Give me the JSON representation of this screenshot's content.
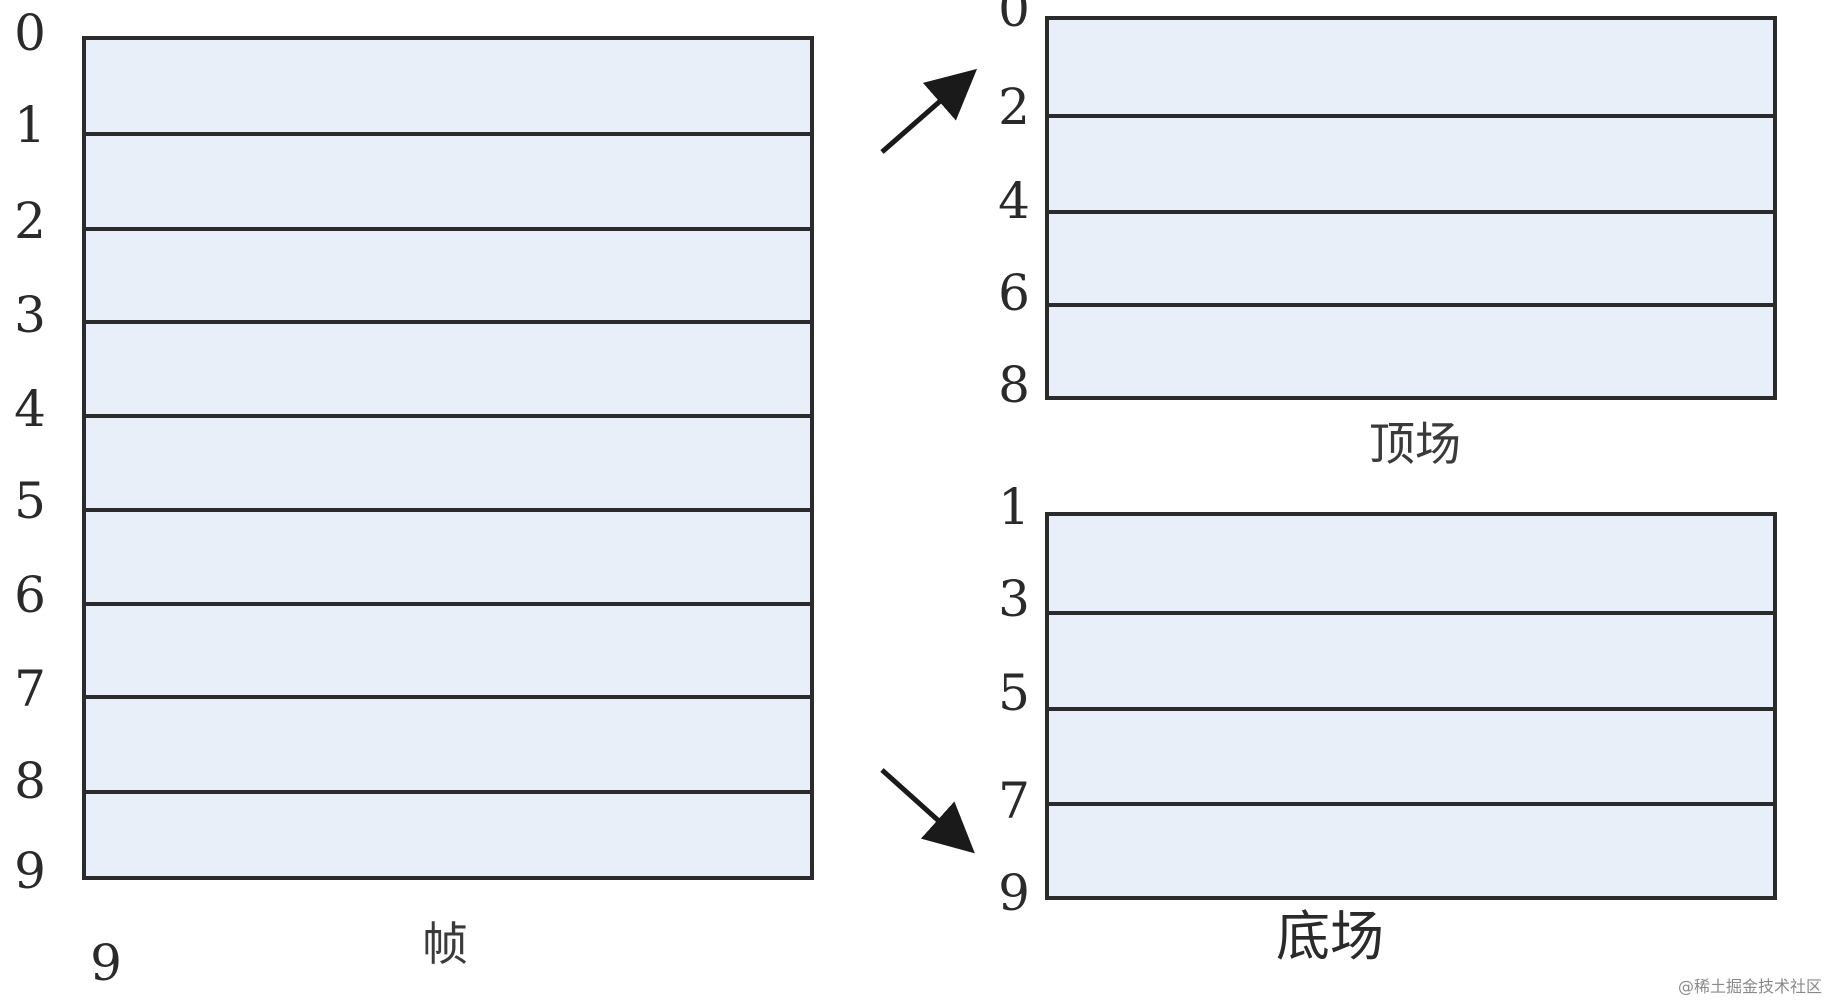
{
  "frame": {
    "labels": [
      "0",
      "1",
      "2",
      "3",
      "4",
      "5",
      "6",
      "7",
      "8",
      "9"
    ],
    "bottom_label": "9",
    "caption": "帧"
  },
  "top_field": {
    "labels": [
      "0",
      "2",
      "4",
      "6",
      "8"
    ],
    "caption": "顶场"
  },
  "bottom_field": {
    "labels": [
      "1",
      "3",
      "5",
      "7",
      "9"
    ],
    "caption": "底场"
  },
  "watermark": "@稀土掘金技术社区",
  "colors": {
    "fill": "#e9eff8",
    "stroke": "#2b2b2b"
  }
}
